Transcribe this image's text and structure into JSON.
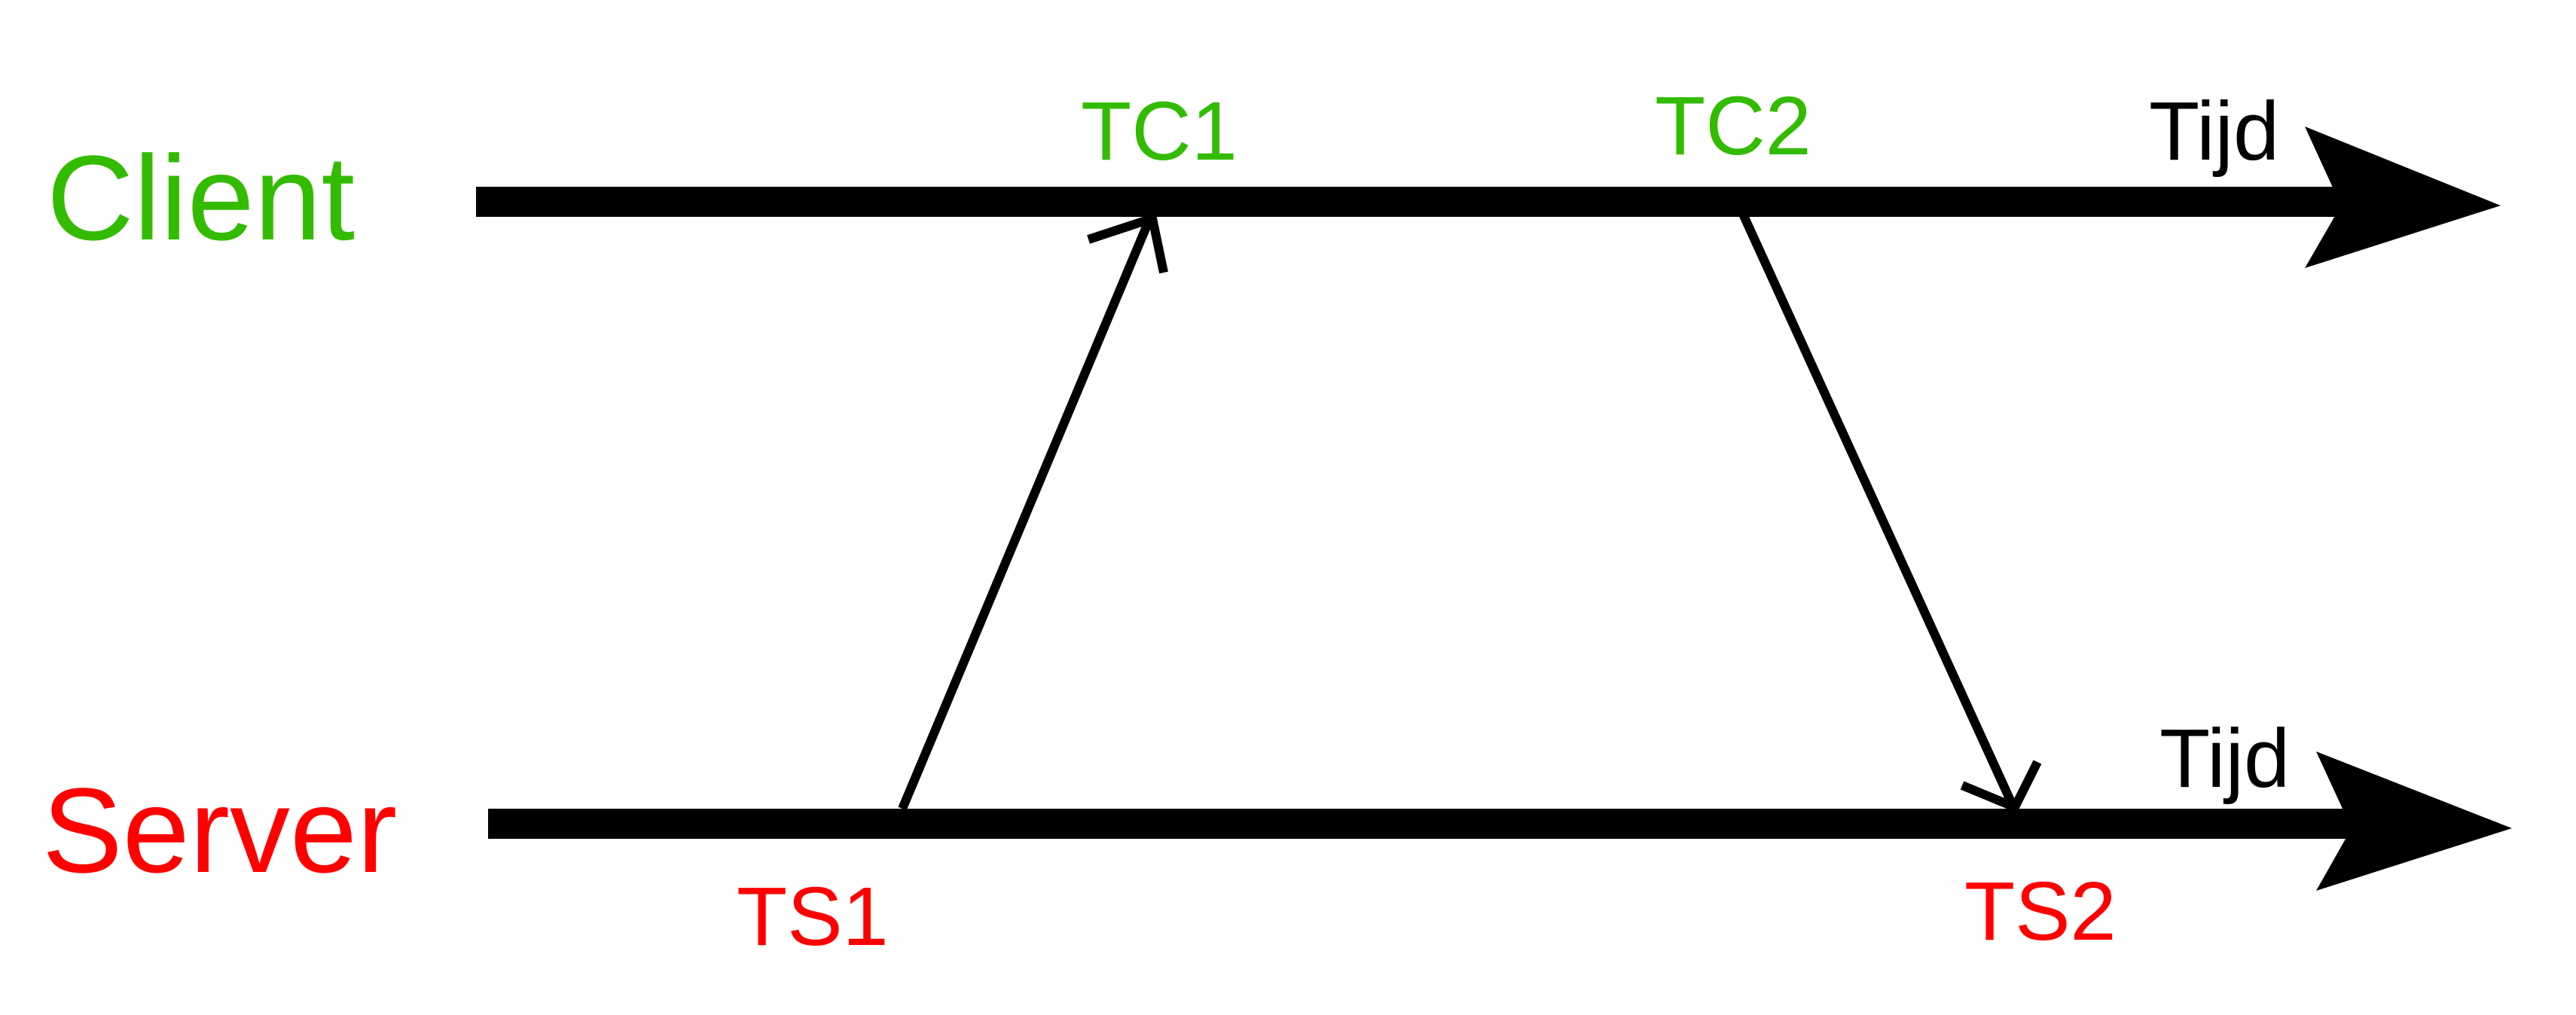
{
  "diagram": {
    "client_label": "Client",
    "server_label": "Server",
    "client_time_label": "Tijd",
    "server_time_label": "Tijd",
    "events": {
      "tc1": "TC1",
      "tc2": "TC2",
      "ts1": "TS1",
      "ts2": "TS2"
    },
    "colors": {
      "client": "#33bb00",
      "server": "#ff0000",
      "line": "#000000"
    }
  }
}
